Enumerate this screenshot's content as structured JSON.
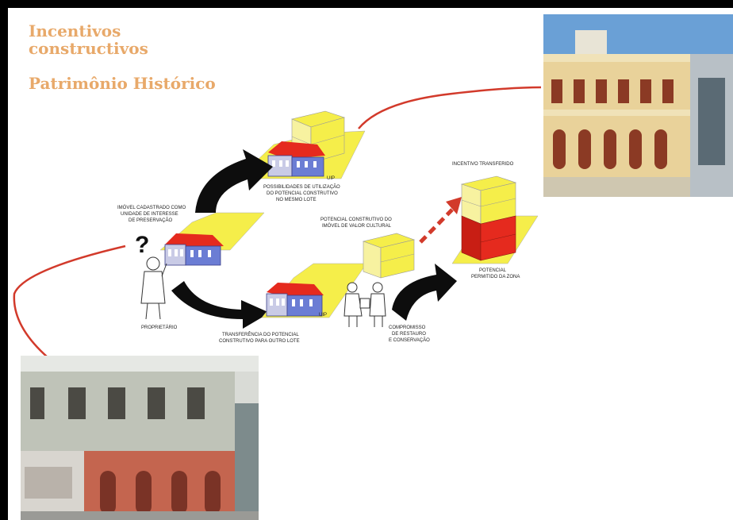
{
  "slide": {
    "title_line1": "Incentivos",
    "title_line2": "constructivos",
    "subtitle": "Patrimônio Histórico"
  },
  "diagram": {
    "labels": {
      "uip_top": "UIP",
      "uip_bottom": "UIP",
      "same_lot_1": "POSSIBILIDADES DE UTILIZAÇÃO",
      "same_lot_2": "DO POTENCIAL CONSTRUTIVO",
      "same_lot_3": "NO MESMO LOTE",
      "property_1": "IMÓVEL CADASTRADO COMO",
      "property_2": "UNIDADE DE INTERESSE",
      "property_3": "DE PRESERVAÇÃO",
      "owner": "PROPRIETÁRIO",
      "transfer_1": "TRANSFERÊNCIA DO POTENCIAL",
      "transfer_2": "CONSTRUTIVO PARA OUTRO LOTE",
      "cultural_1": "POTENCIAL CONSTRUTIVO DO",
      "cultural_2": "IMÓVEL DE VALOR CULTURAL",
      "incentive": "INCENTIVO TRANSFERIDO",
      "zone_1": "POTENCIAL",
      "zone_2": "PERMITIDO DA ZONA",
      "commit_1": "COMPROMISSO",
      "commit_2": "DE RESTAURO",
      "commit_3": "E CONSERVAÇÃO",
      "question": "?"
    },
    "colors": {
      "yellow": "#f5ee4a",
      "red": "#e52a1e",
      "arrow": "#0d0d0d",
      "connector": "#d23a2b",
      "title": "#e8a96a"
    }
  },
  "photos": {
    "top": "photo-restored-historic-building",
    "bottom": "photo-deteriorated-historic-building"
  }
}
